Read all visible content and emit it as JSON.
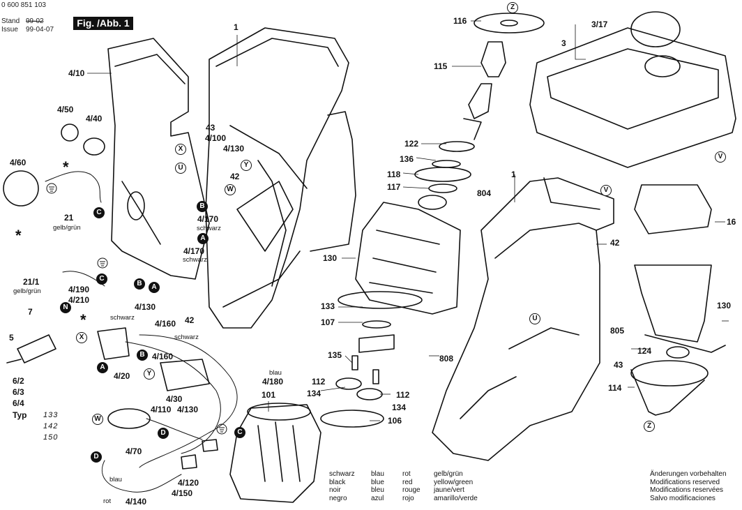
{
  "header": {
    "doc_number": "0 600 851 103",
    "stand_label": "Stand",
    "stand_value": "99-02",
    "issue_label": "Issue",
    "issue_value": "99-04-07",
    "figure_title": "Fig. /Abb. 1"
  },
  "parts": {
    "p1": "1",
    "p1b": "1",
    "p3": "3",
    "p3_17": "3/17",
    "p4_10": "4/10",
    "p4_50": "4/50",
    "p4_40": "4/40",
    "p4_60": "4/60",
    "p21": "21",
    "p21_1": "21/1",
    "p7": "7",
    "p5": "5",
    "p6_2": "6/2",
    "p6_3": "6/3",
    "p6_4": "6/4",
    "p43a": "43",
    "p4_100": "4/100",
    "p4_130a": "4/130",
    "p42a": "42",
    "p4_170a": "4/170",
    "p4_170b": "4/170",
    "p42b": "42",
    "p4_190": "4/190",
    "p4_210": "4/210",
    "p4_130b": "4/130",
    "p4_160a": "4/160",
    "p4_160b": "4/160",
    "p4_20": "4/20",
    "p4_30": "4/30",
    "p4_110": "4/110",
    "p4_130c": "4/130",
    "p4_180": "4/180",
    "p4_70": "4/70",
    "p4_120": "4/120",
    "p4_150": "4/150",
    "p4_140": "4/140",
    "p101": "101",
    "p116": "116",
    "p115": "115",
    "p122": "122",
    "p136": "136",
    "p118": "118",
    "p117": "117",
    "p804": "804",
    "p130a": "130",
    "p133": "133",
    "p107": "107",
    "p135": "135",
    "p808": "808",
    "p112a": "112",
    "p112b": "112",
    "p134a": "134",
    "p134b": "134",
    "p106": "106",
    "p16": "16",
    "p42c": "42",
    "p130b": "130",
    "p805": "805",
    "p124": "124",
    "p43b": "43",
    "p114": "114"
  },
  "wire_labels": {
    "gelb_gruen_a": "gelb/grün",
    "gelb_gruen_b": "gelb/grün",
    "schwarz_a": "schwarz",
    "schwarz_b": "schwarz",
    "schwarz_c": "schwarz",
    "schwarz_d": "schwarz",
    "blau_a": "blau",
    "blau_b": "blau",
    "rot": "rot"
  },
  "markers": {
    "A": "A",
    "B": "B",
    "C": "C",
    "D": "D",
    "N": "N",
    "U": "U",
    "V": "V",
    "W": "W",
    "X": "X",
    "Y": "Y",
    "Z": "Z"
  },
  "type_variants": {
    "label": "Typ",
    "values": [
      "133",
      "142",
      "150"
    ]
  },
  "legend": {
    "columns": [
      [
        "schwarz",
        "black",
        "noir",
        "negro"
      ],
      [
        "blau",
        "blue",
        "bleu",
        "azul"
      ],
      [
        "rot",
        "red",
        "rouge",
        "rojo"
      ],
      [
        "gelb/grün",
        "yellow/green",
        "jaune/vert",
        "amarillo/verde"
      ]
    ]
  },
  "modifications": [
    "Änderungen vorbehalten",
    "Modifications reserved",
    "Modifications reservées",
    "Salvo modificaciones"
  ]
}
